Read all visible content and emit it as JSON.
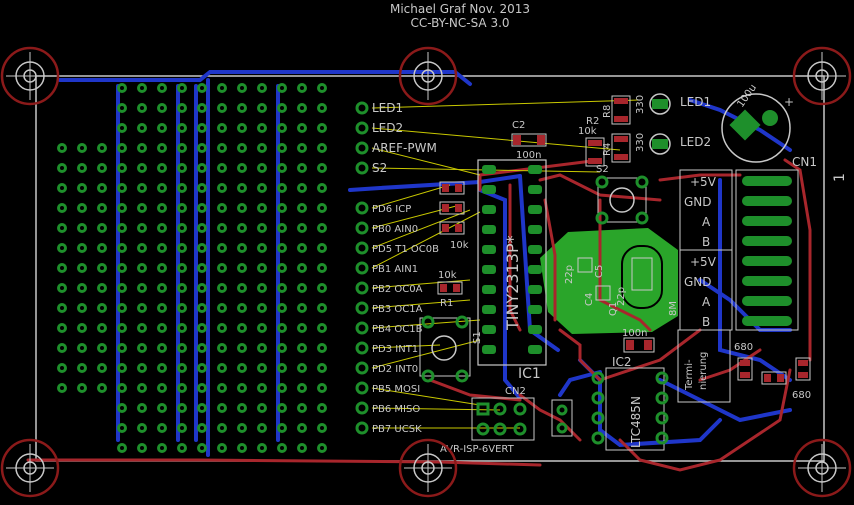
{
  "header": {
    "author_line": "Michael Graf Nov. 2013",
    "license": "CC-BY-NC-SA 3.0"
  },
  "colors": {
    "background": "#000000",
    "outline": "#c8c8c8",
    "bottom_copper": "#1f36c9",
    "top_copper": "#a8262c",
    "pad": "#1e8f2b",
    "plane": "#2aa52a",
    "silkscreen": "#c8c8c8",
    "airwire": "#c8c800",
    "mount_ring": "#8b1a1a"
  },
  "pin_labels": [
    "LED1",
    "LED2",
    "AREF-PWM",
    "S2",
    "PD6 ICP",
    "PB0 AIN0",
    "PD5 T1 OC0B",
    "PB1 AIN1",
    "PB2 OC0A",
    "PB3 OC1A",
    "PB4 OC1B",
    "PD3 INT1",
    "PD2 INT0",
    "PB5 MOSI",
    "PB6 MISO",
    "PB7 UCSK"
  ],
  "components": {
    "ic1_value": "TINY2313P*",
    "ic1_name": "IC1",
    "ic2_name": "IC2",
    "ic2_value": "LTC485N",
    "cn2_name": "CN2",
    "cn2_value": "AVR-ISP-6VERT",
    "cn1_name": "CN1",
    "cn1_pin": "1",
    "c2_name": "C2",
    "c2_value": "100n",
    "c3_value": "100n",
    "r8": "R8",
    "r2": "R2",
    "r4": "R4",
    "r1": "R1",
    "r_330_a": "330",
    "r_330_b": "330",
    "r_10k_a": "10k",
    "r_10k_b": "10k",
    "r_10k_c": "10k",
    "s1": "S1",
    "s2": "S2",
    "led1": "LED1",
    "led2": "LED2",
    "c_100u": "100u",
    "c4": "C4",
    "c5": "C5",
    "c_22p_a": "22p",
    "c_22p_b": "22p",
    "q1": "Q1",
    "q1_value": "8M",
    "r_680_a": "680",
    "r_680_b": "680"
  },
  "cn1_labels": [
    "+5V",
    "GND",
    "A",
    "B",
    "+5V",
    "GND",
    "A",
    "B"
  ],
  "termination_label": [
    "Termi-",
    "nierung"
  ]
}
